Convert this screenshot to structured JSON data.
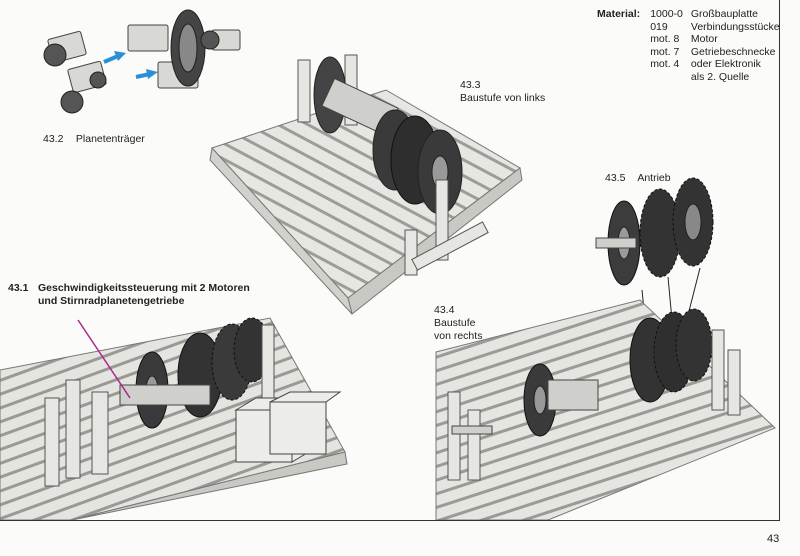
{
  "material": {
    "label": "Material:",
    "items": [
      {
        "code": "1000-0",
        "desc": "Großbauplatte"
      },
      {
        "code": "019",
        "desc": "Verbindungsstücke"
      },
      {
        "code": "mot. 8",
        "desc": "Motor"
      },
      {
        "code": "mot. 7",
        "desc": "Getriebeschnecke"
      },
      {
        "code": "mot. 4",
        "desc": "oder Elektronik"
      },
      {
        "code": "",
        "desc": "als 2. Quelle"
      }
    ]
  },
  "figures": {
    "f432": {
      "num": "43.2",
      "text": "Planetenträger"
    },
    "f433": {
      "num": "43.3",
      "text": "Baustufe von links"
    },
    "f435": {
      "num": "43.5",
      "text": "Antrieb"
    },
    "f431": {
      "num": "43.1",
      "line1": "Geschwindigkeitssteuerung mit 2 Motoren",
      "line2": "und Stirnradplanetengetriebe"
    },
    "f434": {
      "num": "43.4",
      "line1": "Baustufe",
      "line2": "von rechts"
    }
  },
  "page_number": "43",
  "colors": {
    "arrow_blue": "#2a8fd6",
    "pointer_magenta": "#b0278a",
    "gear_dark": "#3a3a3a",
    "plate": "#e6e6e2"
  }
}
